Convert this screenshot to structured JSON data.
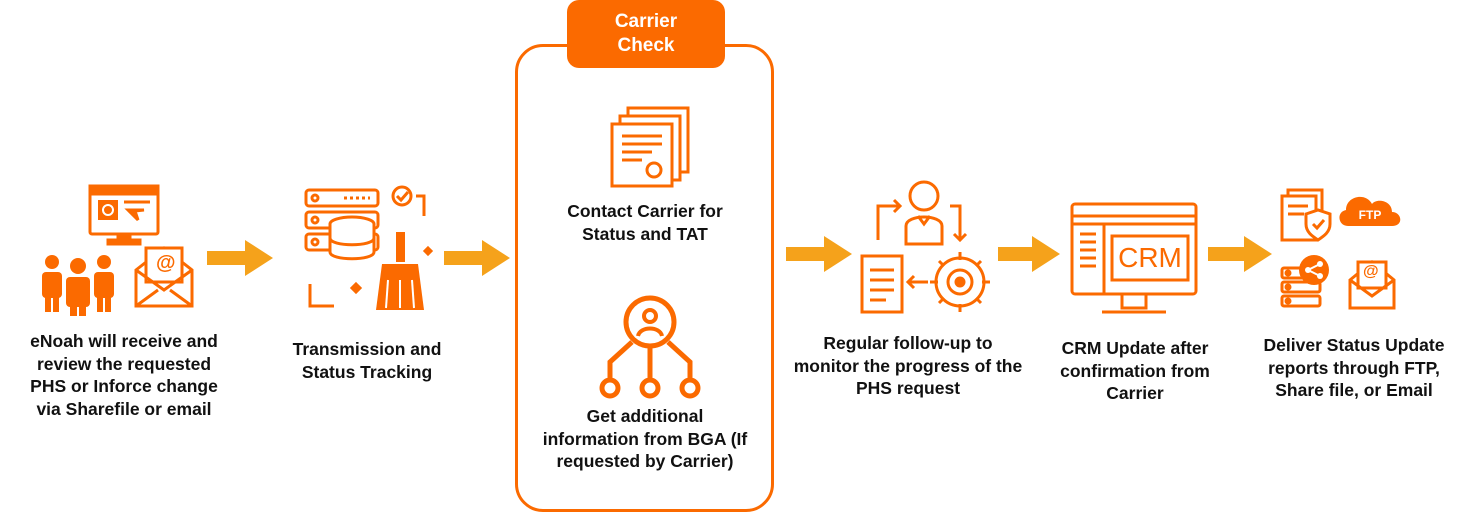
{
  "theme": {
    "accent": "#fb6a00",
    "arrow": "#f5a21b",
    "text": "#111111"
  },
  "carrier_check": {
    "title": "Carrier\nCheck"
  },
  "steps": [
    {
      "label": "eNoah will receive and\nreview the requested\nPHS or Inforce change\nvia Sharefile or email",
      "icon": "team-computer-email-icon"
    },
    {
      "label": "Transmission and\nStatus Tracking",
      "icon": "database-cleanup-icon"
    },
    {
      "label": "Contact Carrier for\nStatus and TAT",
      "icon": "documents-icon"
    },
    {
      "label": "Get additional\ninformation from BGA (If\nrequested by Carrier)",
      "icon": "user-network-icon"
    },
    {
      "label": "Regular follow-up to\nmonitor the progress of the\nPHS request",
      "icon": "user-process-cycle-icon"
    },
    {
      "label": "CRM Update after\nconfirmation from\nCarrier",
      "icon": "crm-monitor-icon"
    },
    {
      "label": "Deliver Status Update\nreports through FTP,\nShare file, or Email",
      "icon": "delivery-channels-icon"
    }
  ],
  "icons": {
    "crm_text": "CRM",
    "ftp_text": "FTP",
    "at_symbol": "@"
  }
}
